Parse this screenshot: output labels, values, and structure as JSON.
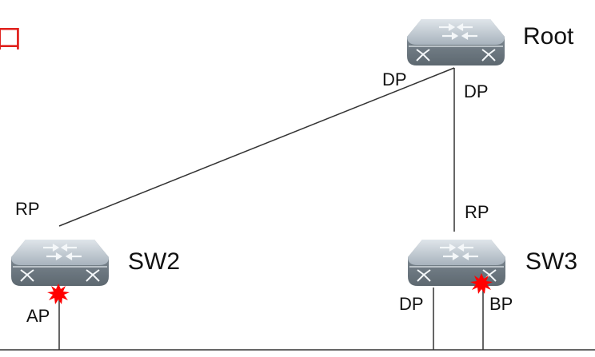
{
  "corner_text": "口",
  "devices": {
    "root": {
      "name": "Root",
      "icon": "switch-icon"
    },
    "sw2": {
      "name": "SW2",
      "icon": "switch-icon"
    },
    "sw3": {
      "name": "SW3",
      "icon": "switch-icon"
    }
  },
  "ports": {
    "root_to_sw2": "DP",
    "root_to_sw3": "DP",
    "sw2_up": "RP",
    "sw3_up": "RP",
    "sw2_down": "AP",
    "sw3_down_left": "DP",
    "sw3_down_right": "BP"
  },
  "colors": {
    "line": "#333333",
    "switch_top": "#b9c3cc",
    "switch_side": "#7d8992",
    "port_fault": "#ff0000",
    "corner_text": "#e0201c"
  },
  "markers": {
    "fault_icon": "starburst-icon"
  }
}
